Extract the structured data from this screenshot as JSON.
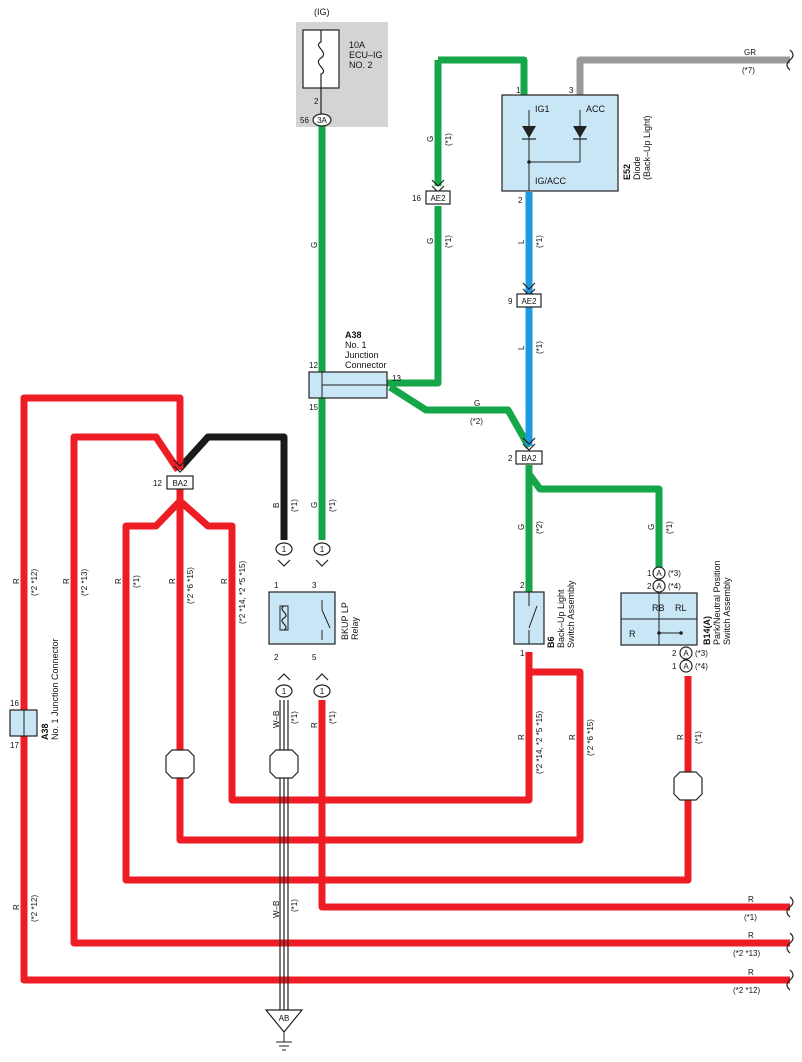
{
  "fuse": {
    "source": "(IG)",
    "rating": "10A",
    "name1": "ECU–IG",
    "name2": "NO. 2",
    "pin_a": "2",
    "pin_b": "56",
    "conn": "3A"
  },
  "diode": {
    "code": "E52",
    "name1": "Diode",
    "name2": "(Back–Up Light)",
    "ig1": "IG1",
    "acc": "ACC",
    "igacc": "IG/ACC",
    "pin1": "1",
    "pin2": "2",
    "pin3": "3"
  },
  "gr_wire": {
    "color": "GR",
    "note": "(*7)"
  },
  "ae2_top": {
    "pin": "16",
    "label": "AE2"
  },
  "ae2_bot": {
    "pin": "9",
    "label": "AE2"
  },
  "a38_top": {
    "code": "A38",
    "name1": "No.  1",
    "name2": "Junction",
    "name3": "Connector",
    "pin12": "12",
    "pin13": "13",
    "pin15": "15"
  },
  "a38_left": {
    "code": "A38",
    "name": "No.  1 Junction Connector",
    "pin16": "16",
    "pin17": "17"
  },
  "ba2_left": {
    "pin": "12",
    "label": "BA2"
  },
  "ba2_right": {
    "pin": "2",
    "label": "BA2"
  },
  "relay": {
    "name1": "BKUP LP",
    "name2": "Relay",
    "p1": "1",
    "p2": "2",
    "p3": "3",
    "p5": "5"
  },
  "b6": {
    "code": "B6",
    "name1": "Back–Up Light",
    "name2": "Switch Assembly",
    "p1": "1",
    "p2": "2"
  },
  "b14": {
    "code": "B14(A)",
    "name1": "Park/Neutral Position",
    "name2": "Switch Assembly",
    "rb": "RB",
    "rl": "RL",
    "r": "R"
  },
  "conn": {
    "one": "1",
    "a": "A",
    "p1": "1",
    "p2": "2",
    "n3": "(*3)",
    "n4": "(*4)"
  },
  "ground": {
    "label": "AB"
  },
  "colors": {
    "G": "G",
    "L": "L",
    "R": "R",
    "B": "B",
    "WB": "W–B"
  },
  "notes": {
    "s1": "(*1)",
    "s2": "(*2)",
    "s2_12": "(*2 *12)",
    "s2_13": "(*2 *13)",
    "s2_6_15": "(*2 *6 *15)",
    "s2_14_5_15": "(*2 *14, *2 *5 *15)"
  },
  "out": [
    {
      "color": "R",
      "note": "(*1)"
    },
    {
      "color": "R",
      "note": "(*2 *13)"
    },
    {
      "color": "R",
      "note": "(*2 *12)"
    }
  ],
  "palette": {
    "green": "#16a64a",
    "red": "#ee1c24",
    "blue": "#1e9be0",
    "black": "#1a1a1a",
    "gray": "#9a9a9a",
    "fuse_bg": "#d4d4d4",
    "comp_bg": "#c9e6f7"
  }
}
